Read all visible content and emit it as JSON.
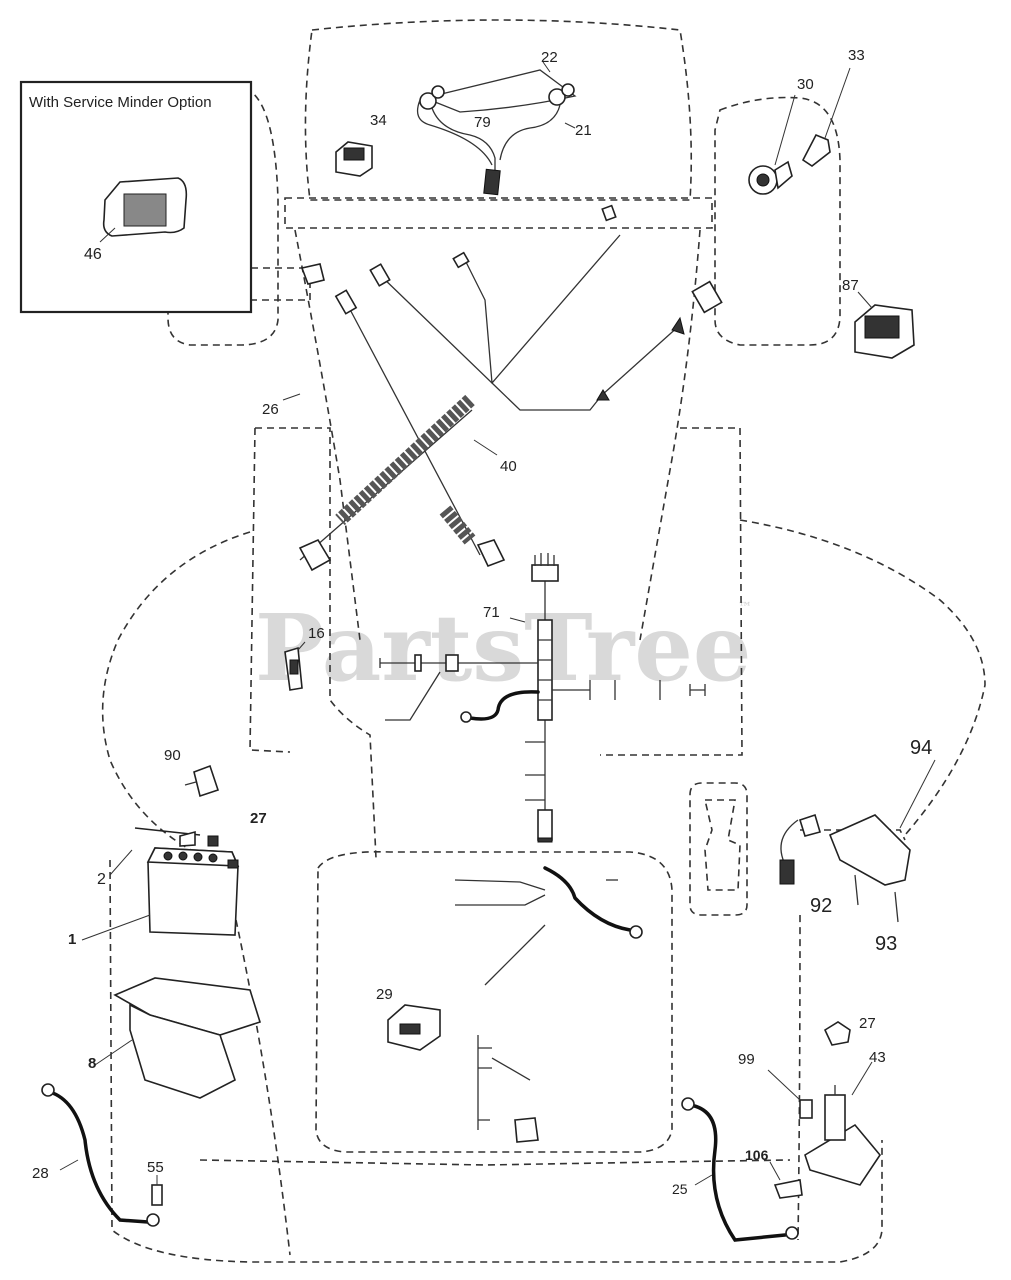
{
  "inset": {
    "title": "With Service Minder Option"
  },
  "watermark": {
    "text": "PartsTree",
    "trademark": "™"
  },
  "callouts": [
    {
      "id": "c22",
      "text": "22",
      "bold": false
    },
    {
      "id": "c79",
      "text": "79",
      "bold": false
    },
    {
      "id": "c21",
      "text": "21",
      "bold": false
    },
    {
      "id": "c34",
      "text": "34",
      "bold": false
    },
    {
      "id": "c30",
      "text": "30",
      "bold": false
    },
    {
      "id": "c33",
      "text": "33",
      "bold": false
    },
    {
      "id": "c46",
      "text": "46",
      "bold": false
    },
    {
      "id": "c87",
      "text": "87",
      "bold": false
    },
    {
      "id": "c26",
      "text": "26",
      "bold": false
    },
    {
      "id": "c40",
      "text": "40",
      "bold": false
    },
    {
      "id": "c16",
      "text": "16",
      "bold": false
    },
    {
      "id": "c71",
      "text": "71",
      "bold": false
    },
    {
      "id": "c90",
      "text": "90",
      "bold": false
    },
    {
      "id": "c27a",
      "text": "27",
      "bold": true
    },
    {
      "id": "c2",
      "text": "2",
      "bold": false
    },
    {
      "id": "c1",
      "text": "1",
      "bold": true
    },
    {
      "id": "c8",
      "text": "8",
      "bold": true
    },
    {
      "id": "c94",
      "text": "94",
      "bold": false
    },
    {
      "id": "c92",
      "text": "92",
      "bold": false
    },
    {
      "id": "c93",
      "text": "93",
      "bold": false
    },
    {
      "id": "c29",
      "text": "29",
      "bold": false
    },
    {
      "id": "c27b",
      "text": "27",
      "bold": false
    },
    {
      "id": "c43",
      "text": "43",
      "bold": false
    },
    {
      "id": "c99",
      "text": "99",
      "bold": false
    },
    {
      "id": "c28",
      "text": "28",
      "bold": false
    },
    {
      "id": "c55",
      "text": "55",
      "bold": false
    },
    {
      "id": "c106",
      "text": "106",
      "bold": true
    },
    {
      "id": "c25",
      "text": "25",
      "bold": false
    }
  ]
}
